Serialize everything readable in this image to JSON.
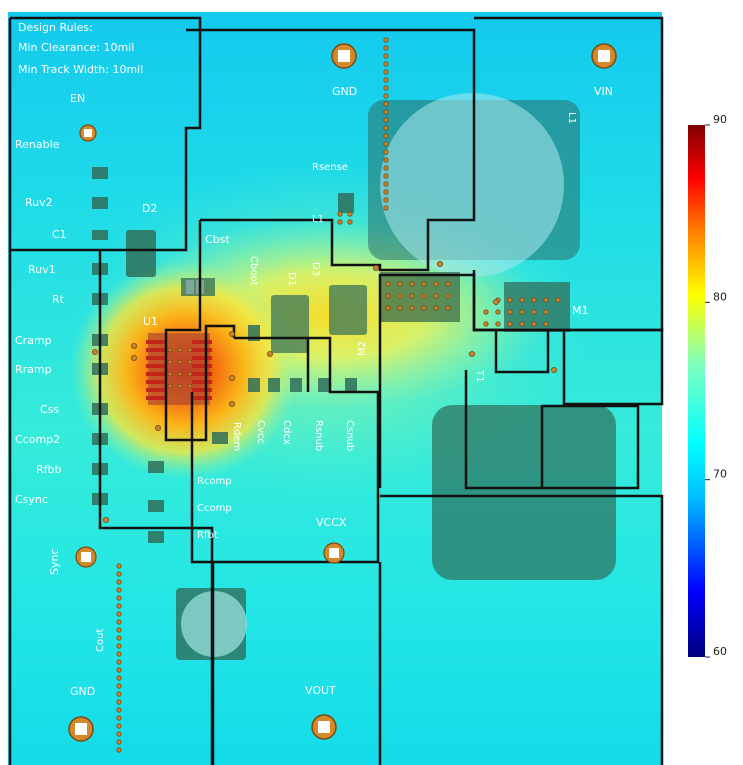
{
  "design_rules": {
    "title": "Design Rules:",
    "clearance": "Min Clearance: 10mil",
    "track_width": "Min Track Width: 10mil"
  },
  "net_labels": {
    "gnd_top": "GND",
    "vin": "VIN",
    "en": "EN",
    "gnd_bottom": "GND",
    "vout": "VOUT",
    "vccx": "VCCX",
    "sync": "Sync"
  },
  "components": {
    "renable": "Renable",
    "ruv2": "Ruv2",
    "c1": "C1",
    "d2": "D2",
    "ruv1": "Ruv1",
    "rt": "Rt",
    "cramp": "Cramp",
    "rramp": "Rramp",
    "css": "Css",
    "ccomp2": "Ccomp2",
    "rfbb": "Rfbb",
    "csync": "Csync",
    "u1": "U1",
    "cbst": "Cbst",
    "cboot": "Cboot",
    "d1": "D1",
    "d3": "D3",
    "m2": "M2",
    "m1": "M1",
    "l1": "L1",
    "t1": "T1",
    "rsense": "Rsense",
    "rdem": "Rdem",
    "cvcc": "Cvcc",
    "cdcx": "Cdcx",
    "rsnub": "Rsnub",
    "csnub": "Csnub",
    "rcomp": "Rcomp",
    "ccomp": "Ccomp",
    "rfbt": "Rfbt",
    "cout": "Cout",
    "l1_small": "L1"
  },
  "colorbar": {
    "ticks": [
      {
        "value": 90,
        "label": "90"
      },
      {
        "value": 80,
        "label": "80"
      },
      {
        "value": 70,
        "label": "70"
      },
      {
        "value": 60,
        "label": "60"
      }
    ],
    "min": 60,
    "max": 90,
    "colors": [
      "#00007f",
      "#0000ff",
      "#00bfff",
      "#00ffff",
      "#7fffbf",
      "#ffff00",
      "#ff7f00",
      "#ff0000",
      "#7f0000"
    ]
  },
  "colors": {
    "board_cyan": "#1fe5e6",
    "hot_core": "#e82a10",
    "outline": "#111111",
    "pad_green": "#2f6e5a",
    "via": "#c9852e"
  }
}
